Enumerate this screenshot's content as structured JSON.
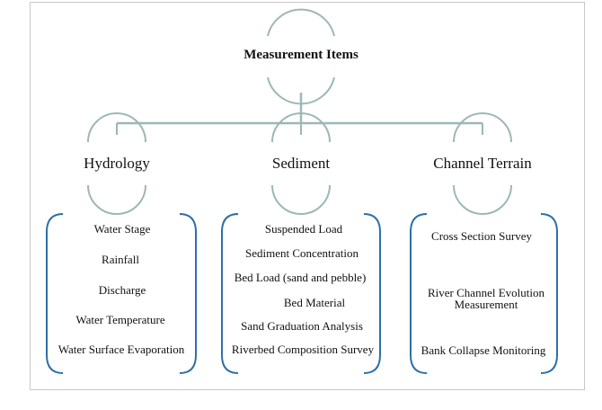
{
  "colors": {
    "connector": "#9db7b7",
    "bracket": "#2d6fa8",
    "border": "#c8c8c8"
  },
  "diagram": {
    "title": "Measurement Items",
    "categories": [
      {
        "name": "Hydrology",
        "items": [
          "Water Stage",
          "Rainfall",
          "Discharge",
          "Water Temperature",
          "Water Surface Evaporation"
        ]
      },
      {
        "name": "Sediment",
        "items": [
          "Suspended Load",
          "Sediment Concentration",
          "Bed Load (sand and pebble)",
          "Bed Material",
          "Sand Graduation Analysis",
          "Riverbed Composition Survey"
        ]
      },
      {
        "name": "Channel Terrain",
        "items": [
          "Cross Section Survey",
          "River Channel Evolution",
          "Measurement",
          "Bank Collapse Monitoring"
        ]
      }
    ]
  }
}
